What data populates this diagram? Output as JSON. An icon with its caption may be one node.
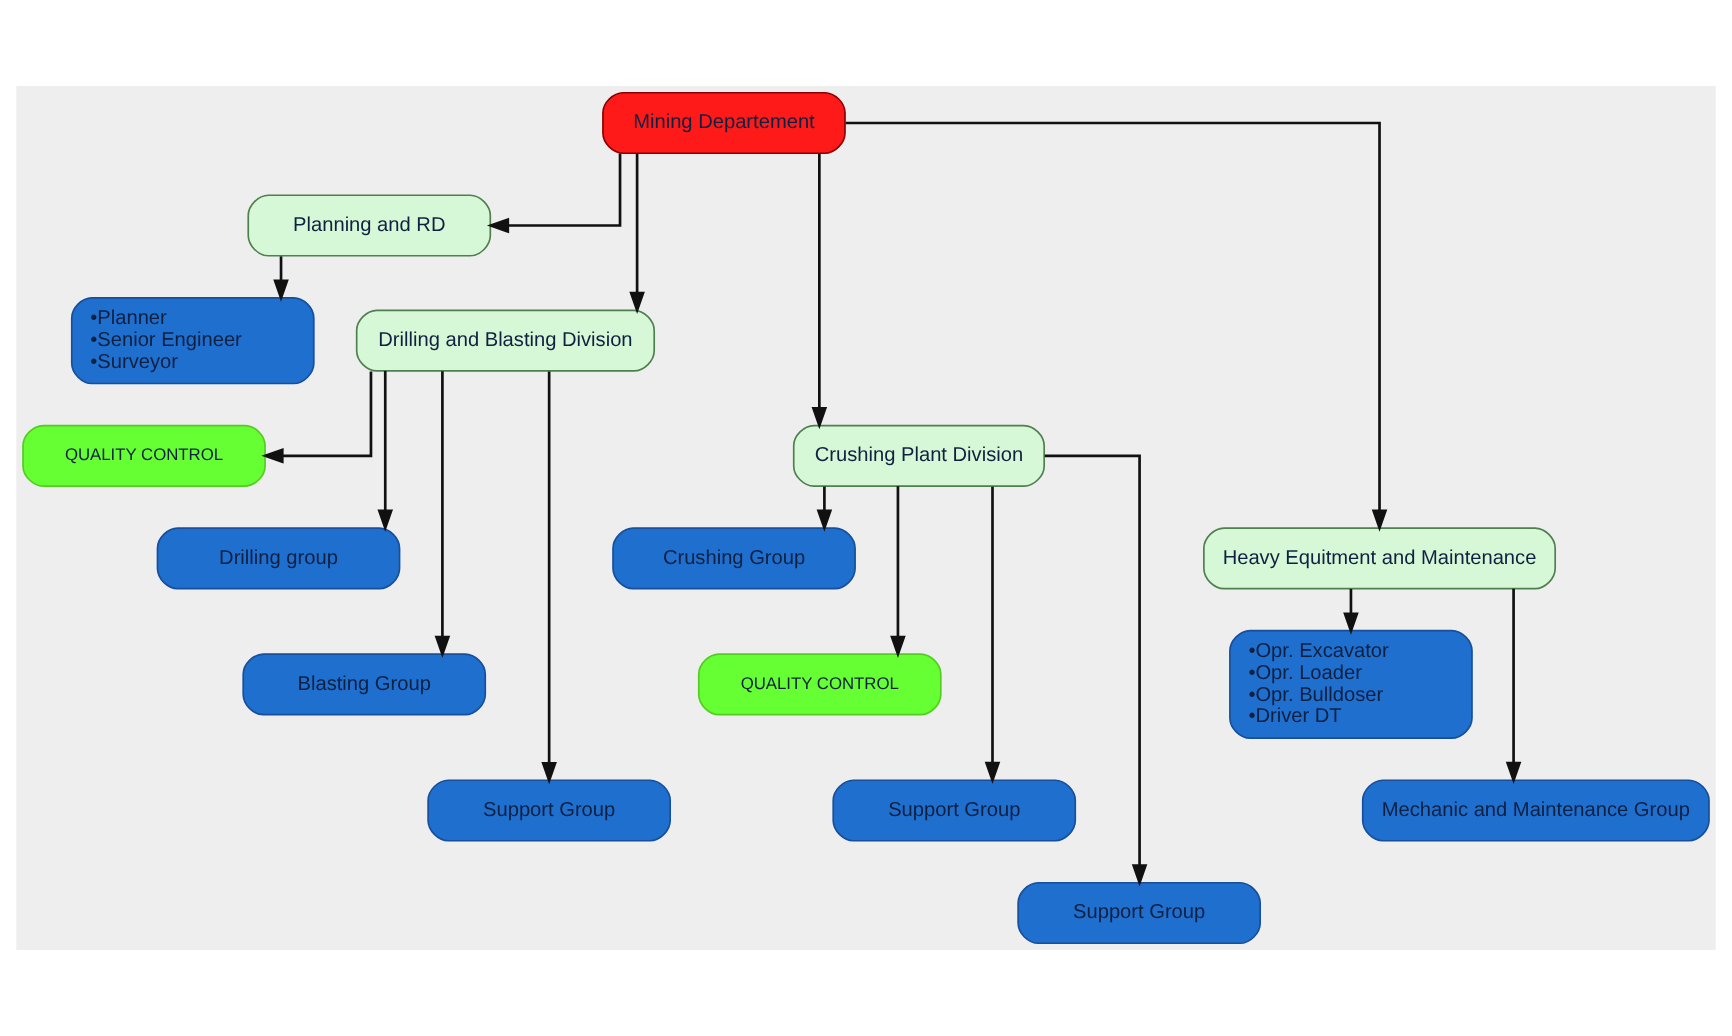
{
  "diagram": {
    "nodes": [
      {
        "text": [
          "Mining Departement"
        ]
      },
      {
        "text": [
          "Planning and RD"
        ]
      },
      {
        "text": [
          "Drilling and Blasting Division"
        ]
      },
      {
        "text": [
          "Crushing Plant Division"
        ]
      },
      {
        "text": [
          "Heavy Equitment and Maintenance"
        ]
      },
      {
        "text": [
          "•Planner",
          "•Senior Engineer",
          "•Surveyor"
        ]
      },
      {
        "text": [
          "QUALITY CONTROL"
        ]
      },
      {
        "text": [
          "Drilling group"
        ]
      },
      {
        "text": [
          "Blasting Group"
        ]
      },
      {
        "text": [
          "Support Group"
        ]
      },
      {
        "text": [
          "Crushing Group"
        ]
      },
      {
        "text": [
          "QUALITY CONTROL"
        ]
      },
      {
        "text": [
          "Support Group"
        ]
      },
      {
        "text": [
          "Support Group"
        ]
      },
      {
        "text": [
          "•Opr. Excavator",
          "•Opr. Loader",
          "•Opr. Bulldoser",
          "•Driver DT"
        ]
      },
      {
        "text": [
          "Mechanic and Maintenance Group"
        ]
      }
    ],
    "edges": [
      {
        "from": 0,
        "to": 1,
        "arrow": "to"
      },
      {
        "from": 0,
        "to": 2,
        "arrow": "to"
      },
      {
        "from": 0,
        "to": 3,
        "arrow": "to"
      },
      {
        "from": 0,
        "to": 4,
        "arrow": "to"
      },
      {
        "from": 1,
        "to": 5,
        "arrow": "to"
      },
      {
        "from": 2,
        "to": 6,
        "arrow": "to"
      },
      {
        "from": 2,
        "to": 7,
        "arrow": "to"
      },
      {
        "from": 2,
        "to": 8,
        "arrow": "to"
      },
      {
        "from": 2,
        "to": 9,
        "arrow": "to"
      },
      {
        "from": 3,
        "to": 10,
        "arrow": "to"
      },
      {
        "from": 3,
        "to": 11,
        "arrow": "to"
      },
      {
        "from": 3,
        "to": 12,
        "arrow": "to"
      },
      {
        "from": 3,
        "to": 13,
        "arrow": "to"
      },
      {
        "from": 4,
        "to": 14,
        "arrow": "to"
      },
      {
        "from": 4,
        "to": 15,
        "arrow": "to"
      }
    ]
  }
}
